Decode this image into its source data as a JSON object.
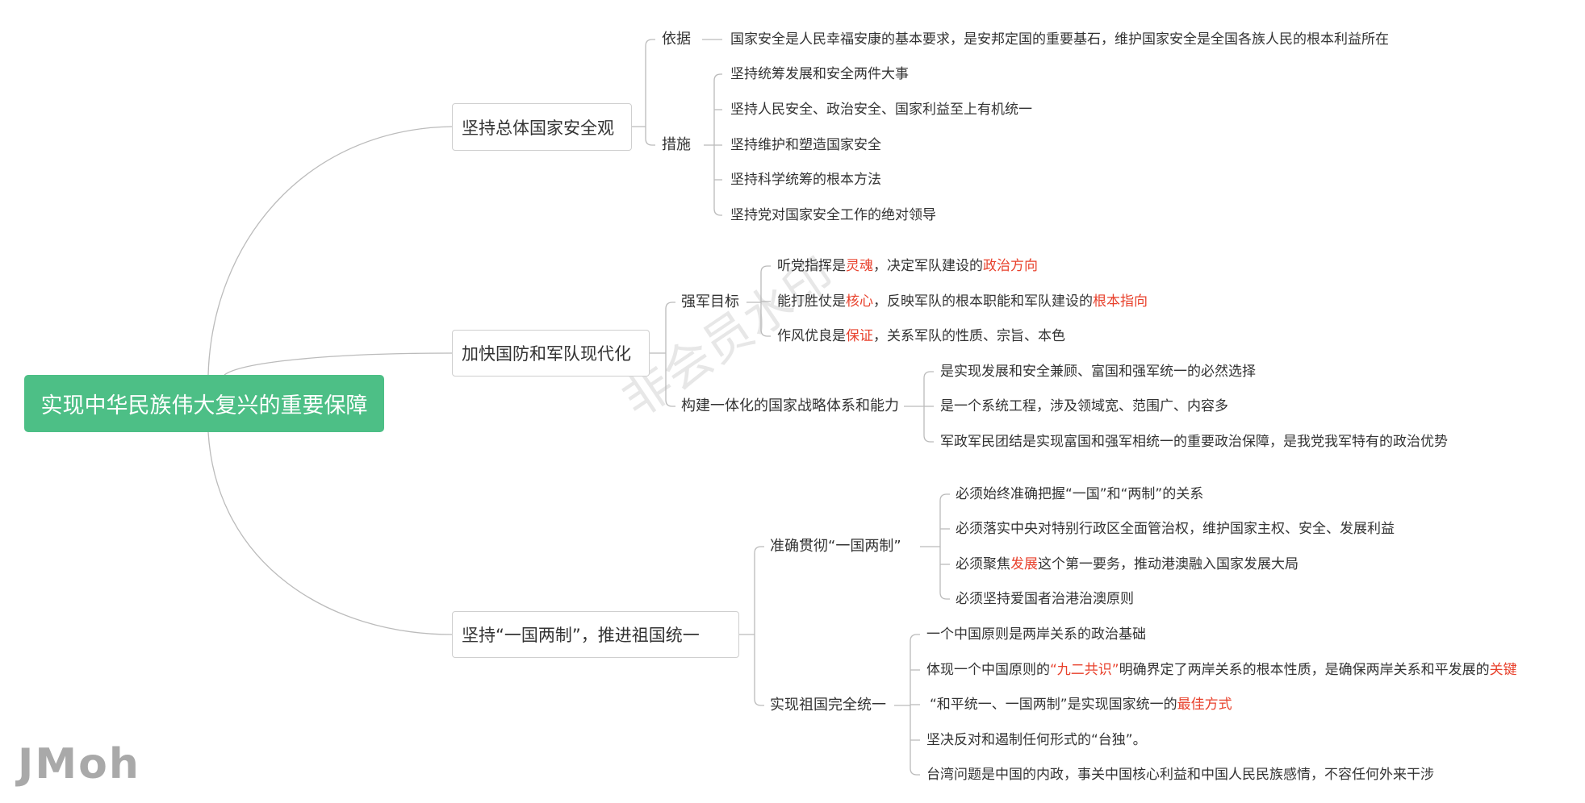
{
  "root": "实现中华民族伟大复兴的重要保障",
  "branches": [
    {
      "label": "坚持总体国家安全观",
      "children": [
        {
          "label": "依据",
          "items": [
            "国家安全是人民幸福安康的基本要求，是安邦定国的重要基石，维护国家安全是全国各族人民的根本利益所在"
          ]
        },
        {
          "label": "措施",
          "items": [
            "坚持统筹发展和安全两件大事",
            "坚持人民安全、政治安全、国家利益至上有机统一",
            "坚持维护和塑造国家安全",
            "坚持科学统筹的根本方法",
            "坚持党对国家安全工作的绝对领导"
          ]
        }
      ]
    },
    {
      "label": "加快国防和军队现代化",
      "children": [
        {
          "label": "强军目标",
          "items": [
            "听党指挥是{灵魂}，决定军队建设的{政治方向}",
            "能打胜仗是{核心}，反映军队的根本职能和军队建设的{根本指向}",
            "作风优良是{保证}，关系军队的性质、宗旨、本色"
          ]
        },
        {
          "label": "构建一体化的国家战略体系和能力",
          "items": [
            "是实现发展和安全兼顾、富国和强军统一的必然选择",
            "是一个系统工程，涉及领域宽、范围广、内容多",
            "军政军民团结是实现富国和强军相统一的重要政治保障，是我党我军特有的政治优势"
          ]
        }
      ]
    },
    {
      "label": "坚持“一国两制”，推进祖国统一",
      "children": [
        {
          "label": "准确贯彻“一国两制”",
          "items": [
            "必须始终准确把握“一国”和“两制”的关系",
            "必须落实中央对特别行政区全面管治权，维护国家主权、安全、发展利益",
            "必须聚焦{发展}这个第一要务，推动港澳融入国家发展大局",
            "必须坚持爱国者治港治澳原则"
          ]
        },
        {
          "label": "实现祖国完全统一",
          "items": [
            "一个中国原则是两岸关系的政治基础",
            "体现一个中国原则的{“九二共识”}明确界定了两岸关系的根本性质，是确保两岸关系和平发展的{关键}",
            "“和平统一、一国两制”是实现国家统一的{最佳方式}",
            "坚决反对和遏制任何形式的“台独”。",
            "台湾问题是中国的内政，事关中国核心利益和中国人民民族感情，不容任何外来干涉"
          ]
        }
      ]
    }
  ],
  "watermark": "非会员水印",
  "brand": "JMoh",
  "colors": {
    "root": "#4dbf86",
    "highlight": "#e8412c",
    "line": "#bbbbbb",
    "text": "#333333"
  }
}
